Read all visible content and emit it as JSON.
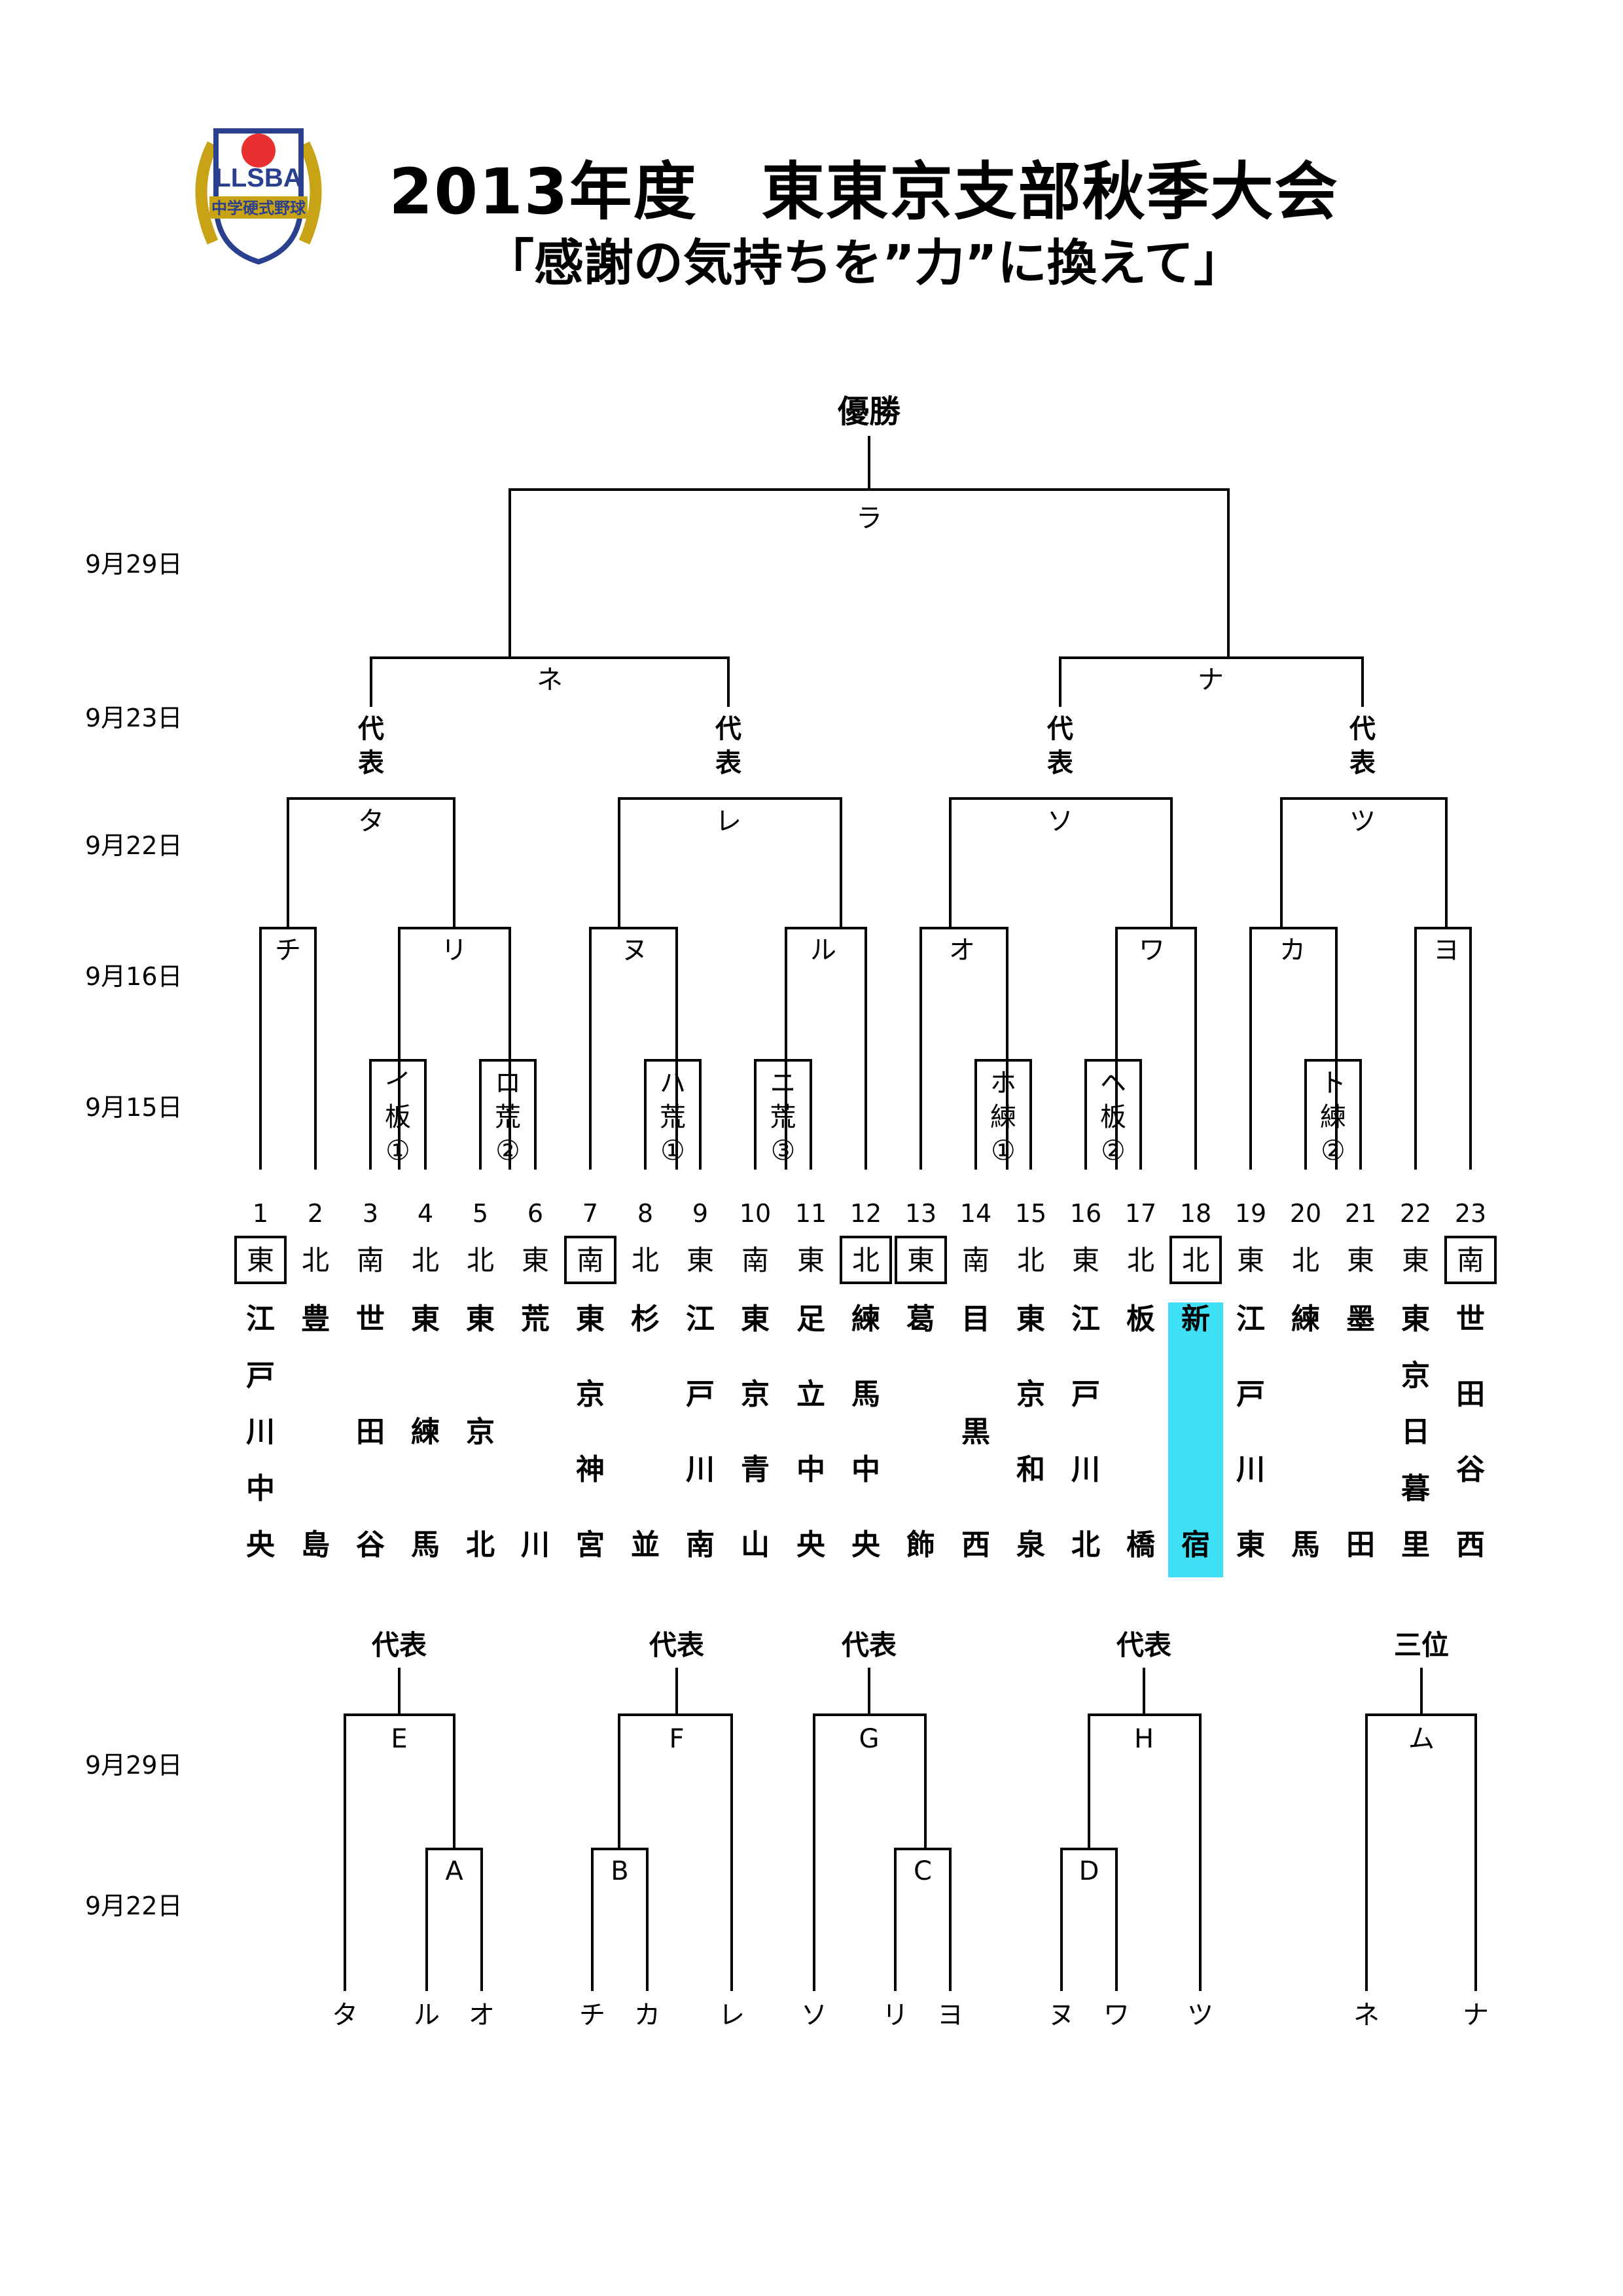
{
  "header": {
    "title": "2013年度　東東京支部秋季大会",
    "subtitle": "「感謝の気持ちを”力”に換えて」",
    "logo_text": "LLSBA",
    "logo_subtext": "中学硬式野球"
  },
  "bracket": {
    "champion_label": "優勝",
    "final_label": "ラ",
    "semi_labels": [
      "ネ",
      "ナ"
    ],
    "rep_label": "代表",
    "qf_labels": [
      "タ",
      "レ",
      "ソ",
      "ツ"
    ],
    "r2_labels": [
      "チ",
      "リ",
      "ヌ",
      "ル",
      "オ",
      "ワ",
      "カ",
      "ヨ"
    ],
    "r1_labels": [
      {
        "kana": "イ",
        "venue": "板",
        "num": "①"
      },
      {
        "kana": "ロ",
        "venue": "荒",
        "num": "②"
      },
      {
        "kana": "ハ",
        "venue": "荒",
        "num": "①"
      },
      {
        "kana": "ニ",
        "venue": "荒",
        "num": "③"
      },
      {
        "kana": "ホ",
        "venue": "練",
        "num": "①"
      },
      {
        "kana": "ヘ",
        "venue": "板",
        "num": "②"
      },
      {
        "kana": "ト",
        "venue": "練",
        "num": "②"
      }
    ]
  },
  "dates": {
    "final": "9月29日",
    "semi": "9月23日",
    "qf": "9月22日",
    "r2": "9月16日",
    "r1": "9月15日",
    "lower_a": "9月29日",
    "lower_b": "9月22日"
  },
  "teams": [
    {
      "num": "1",
      "district": "東",
      "boxed": true,
      "name": [
        "江",
        "戸",
        "川",
        "中",
        "央"
      ]
    },
    {
      "num": "2",
      "district": "北",
      "boxed": false,
      "name": [
        "豊",
        "島"
      ]
    },
    {
      "num": "3",
      "district": "南",
      "boxed": false,
      "name": [
        "世",
        "田",
        "谷"
      ]
    },
    {
      "num": "4",
      "district": "北",
      "boxed": false,
      "name": [
        "東",
        "練",
        "馬"
      ]
    },
    {
      "num": "5",
      "district": "北",
      "boxed": false,
      "name": [
        "東",
        "京",
        "北"
      ]
    },
    {
      "num": "6",
      "district": "東",
      "boxed": false,
      "name": [
        "荒",
        "川"
      ]
    },
    {
      "num": "7",
      "district": "南",
      "boxed": true,
      "name": [
        "東",
        "京",
        "神",
        "宮"
      ]
    },
    {
      "num": "8",
      "district": "北",
      "boxed": false,
      "name": [
        "杉",
        "並"
      ]
    },
    {
      "num": "9",
      "district": "東",
      "boxed": false,
      "name": [
        "江",
        "戸",
        "川",
        "南"
      ]
    },
    {
      "num": "10",
      "district": "南",
      "boxed": false,
      "name": [
        "東",
        "京",
        "青",
        "山"
      ]
    },
    {
      "num": "11",
      "district": "東",
      "boxed": false,
      "name": [
        "足",
        "立",
        "中",
        "央"
      ]
    },
    {
      "num": "12",
      "district": "北",
      "boxed": true,
      "name": [
        "練",
        "馬",
        "中",
        "央"
      ]
    },
    {
      "num": "13",
      "district": "東",
      "boxed": true,
      "name": [
        "葛",
        "飾"
      ]
    },
    {
      "num": "14",
      "district": "南",
      "boxed": false,
      "name": [
        "目",
        "黒",
        "西"
      ]
    },
    {
      "num": "15",
      "district": "北",
      "boxed": false,
      "name": [
        "東",
        "京",
        "和",
        "泉"
      ]
    },
    {
      "num": "16",
      "district": "東",
      "boxed": false,
      "name": [
        "江",
        "戸",
        "川",
        "北"
      ]
    },
    {
      "num": "17",
      "district": "北",
      "boxed": false,
      "name": [
        "板",
        "橋"
      ]
    },
    {
      "num": "18",
      "district": "北",
      "boxed": true,
      "highlight": true,
      "name": [
        "新",
        "宿"
      ]
    },
    {
      "num": "19",
      "district": "東",
      "boxed": false,
      "name": [
        "江",
        "戸",
        "川",
        "東"
      ]
    },
    {
      "num": "20",
      "district": "北",
      "boxed": false,
      "name": [
        "練",
        "馬"
      ]
    },
    {
      "num": "21",
      "district": "東",
      "boxed": false,
      "name": [
        "墨",
        "田"
      ]
    },
    {
      "num": "22",
      "district": "東",
      "boxed": false,
      "name": [
        "東",
        "京",
        "日",
        "暮",
        "里"
      ]
    },
    {
      "num": "23",
      "district": "南",
      "boxed": true,
      "name": [
        "世",
        "田",
        "谷",
        "西"
      ]
    }
  ],
  "lower": [
    {
      "top": "代表",
      "upper": "E",
      "inner": "A",
      "leaves": [
        "タ",
        "ル",
        "オ"
      ]
    },
    {
      "top": "代表",
      "upper": "F",
      "inner": "B",
      "leaves": [
        "チ",
        "カ",
        "レ"
      ]
    },
    {
      "top": "代表",
      "upper": "G",
      "inner": "C",
      "leaves": [
        "ソ",
        "リ",
        "ヨ"
      ]
    },
    {
      "top": "代表",
      "upper": "H",
      "inner": "D",
      "leaves": [
        "ヌ",
        "ワ",
        "ツ"
      ]
    },
    {
      "top": "三位",
      "upper": "ム",
      "inner": "",
      "leaves": [
        "ネ",
        "ナ"
      ]
    }
  ],
  "colors": {
    "highlight": "#3fe0f5",
    "line": "#000000",
    "logo_gold": "#c8a316",
    "logo_blue": "#2b3f8f"
  }
}
